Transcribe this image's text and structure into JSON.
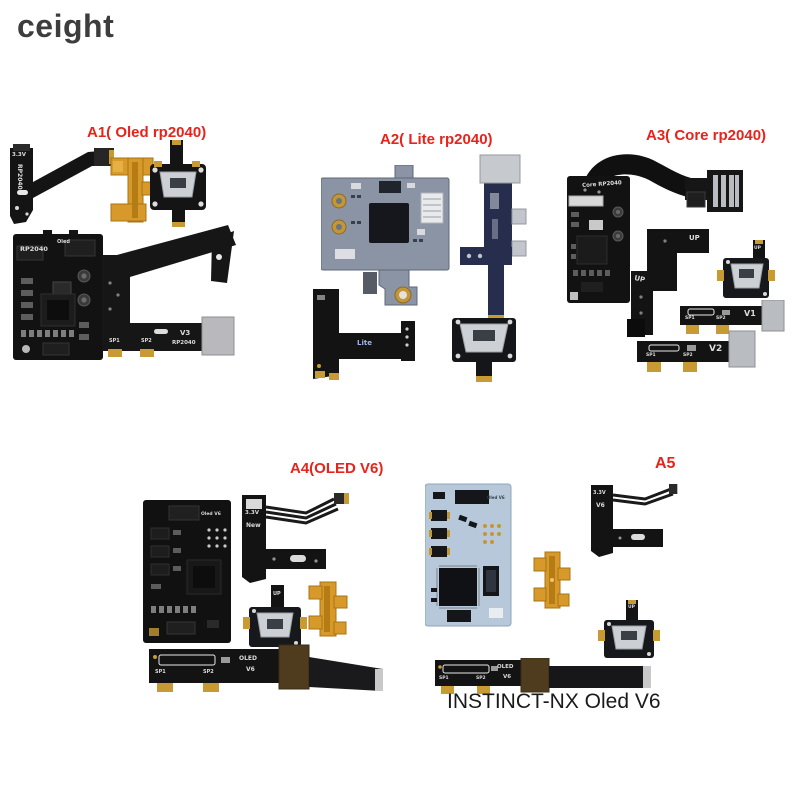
{
  "page": {
    "logo": "ceight",
    "caption": "INSTINCT-NX Oled V6"
  },
  "colors": {
    "label_red": "#e8231b",
    "pcb_black": "#141414",
    "flex_gold": "#d8992b",
    "board_gray": "#8b94a5",
    "board_lightblue": "#b6c8d9",
    "flex_navy": "#272e4d",
    "connector_silver": "#c9ccd1"
  },
  "groups": {
    "a1": {
      "label": "A1( Oled rp2040)",
      "power_flex": {
        "volt": "3.3V",
        "chip": "RP2040"
      },
      "main_pcb": {
        "line1": "Oled",
        "line2": "RP2040"
      },
      "big_flex": {
        "sp1": "SP1",
        "sp2": "SP2",
        "version": "V3",
        "chip": "RP2040"
      }
    },
    "a2": {
      "label": "A2( Lite rp2040)",
      "lite_flex": {
        "label": "Lite"
      }
    },
    "a3": {
      "label": "A3( Core rp2040)",
      "main_pcb": {
        "label": "Core RP2040"
      },
      "up_flex": {
        "up_top": "UP",
        "up_side": "UP"
      },
      "usb_board": {
        "up": "UP"
      },
      "v1_flex": {
        "sp1": "SP1",
        "sp2": "SP2",
        "version": "V1"
      },
      "v2_flex": {
        "sp1": "SP1",
        "sp2": "SP2",
        "version": "V2"
      }
    },
    "a4": {
      "label": "A4(OLED V6)",
      "main_pcb": {
        "label": "Oled V6"
      },
      "power_flex": {
        "volt": "3.3V",
        "tag": "New"
      },
      "usb_board": {
        "up": "UP"
      },
      "long_flex": {
        "sp1": "SP1",
        "sp2": "SP2",
        "line1": "OLED",
        "line2": "V6"
      }
    },
    "a5": {
      "label": "A5",
      "main_pcb": {
        "label": "Oled V6"
      },
      "power_flex": {
        "volt": "3.3V",
        "tag": "V6"
      },
      "usb_board": {
        "up": "UP"
      },
      "long_flex": {
        "sp1": "SP1",
        "sp2": "SP2",
        "line1": "OLED",
        "line2": "V6"
      }
    }
  }
}
